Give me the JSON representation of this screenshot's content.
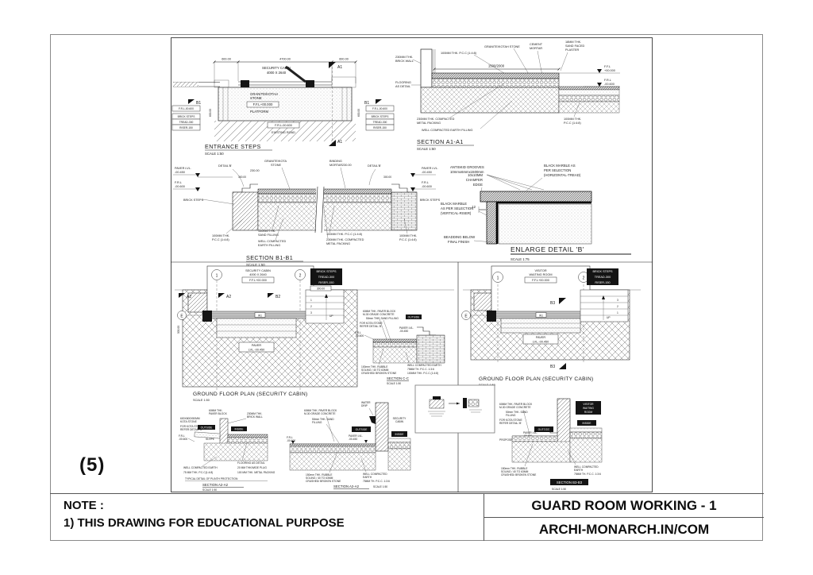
{
  "sheet": {
    "page_number": "(5)"
  },
  "note": {
    "heading": "NOTE :",
    "line1": "1) THIS DRAWING FOR EDUCATIONAL PURPOSE"
  },
  "titleblock": {
    "title": "GUARD ROOM WORKING - 1",
    "website": "ARCHI-MONARCH.IN/COM"
  },
  "es": {
    "dim_left": "600.00",
    "dim_mid": "4700.00",
    "dim_right": "600.00",
    "cabin1": "SECURITY CABIN",
    "cabin2": "4000 X 2640",
    "stone1": "GRANITE/KOTAH",
    "stone2": "STONE",
    "ffl": "F.F.L+00.000",
    "platform": "PLATFORM",
    "frl": "F.R.L-00.600",
    "road": "EXISTING ROAD",
    "b1": "B1",
    "a1": "A1",
    "lvl_box": "F.R.L-00.600",
    "steps1": "BRICK STEPS",
    "steps2": "TREAD-300",
    "steps3": "RISER-150",
    "hdim": "600.00",
    "title": "ENTRANCE STEPS",
    "scale": "SCALE 1:50"
  },
  "a1": {
    "stone": "GRANITE/KOTAH STONE",
    "pcc_top": "100MM THK. P.C.C (1:4:8)",
    "mortar1": "CEMENT",
    "mortar2": "MORTAR",
    "plaster1": "18MM THK.",
    "plaster2": "SAND FACED",
    "plaster3": "PLASTER",
    "wall1": "230MM THK.",
    "wall2": "BRICK WALL",
    "dim": "1500/2000",
    "ffl1": "F.F.L",
    "ffl2": "+00.000",
    "frl1": "F.R.L",
    "frl2": "-00.600",
    "floor1": "FLOORING",
    "floor2": "AS DETAIL",
    "metal1": "230MM THK. COMPACTED",
    "metal2": "METAL PACKING",
    "earth": "WELL COMPACTED EARTH FILLING",
    "pcc1": "100MM THK.",
    "pcc2": "P.C.C (1:4:8)",
    "title": "SECTION A1-A1",
    "scale": "SCALE 1:50"
  },
  "b1": {
    "paver1": "PAVER LVL.",
    "paver2": "-00.450",
    "frl1": "F.R.L",
    "frl2": "-00.600",
    "detail": "DETAIL'B'",
    "stone1": "GRANITE/KOTA",
    "stone2": "STONE",
    "dim230": "230.00",
    "dim300": "300.00",
    "binding1": "BINDING",
    "binding2": "MORTAR",
    "bricksteps": "BRICK STEPS",
    "pcc1": "100MM THK.",
    "pcc2": "P.C.C (1:4:8)",
    "sand1": "150MM THK.",
    "sand2": "SAND FILLING",
    "earth1": "WELL COMPACTED",
    "earth2": "EARTH FILLING",
    "pcc_mid": "100MM THK. P.C.C (1:4:8)",
    "metal1": "230MM THK. COMPACTED",
    "metal2": "METAL PACKING",
    "title": "SECTION B1-B1",
    "scale": "SCALE 1:50"
  },
  "db": {
    "groove1": "ANTISKID GROOVES",
    "groove2": "10mmx6mmx1500mm",
    "marble_h1": "BLACK MARBLE AS",
    "marble_h2": "PER SELECTION",
    "marble_h3": "(HORIZONTAL-TREAD)",
    "chamfer1": "10x10MM",
    "chamfer2": "CHAMFER",
    "chamfer3": "EDGE",
    "dim12": "12",
    "marble_v1": "BLACK MARBLE",
    "marble_v2": "AS PER SELECTION",
    "marble_v3": "(VERTICAL-RISER)",
    "bead1": "BEADDING BELOW",
    "bead2": "FINAL FINISH",
    "title": "ENLARGE DETAIL 'B'",
    "scale": "SCALE  1:75"
  },
  "planL": {
    "g1": "1",
    "g2": "2",
    "ge": "E",
    "cabin1": "SECURITY CABIN",
    "cabin2": "4000 X 2640",
    "ffl": "F.F.L+00.000",
    "a2": "A2",
    "b2": "B2",
    "w1": "W1",
    "paver1": "PAVER",
    "paver2": "LVL.-00.450",
    "bs1": "BRICK STEPS",
    "bs2": "TREAD-300",
    "bs3": "RISER-150",
    "dim300": "300.00",
    "dim500": "500.00",
    "n1": "1",
    "n2": "2",
    "n3": "3",
    "up": "UP",
    "title": "GROUND FLOOR PLAN (SECURITY CABIN)",
    "scale": "SCALE 1:50"
  },
  "cc": {
    "paver1": "60MM THK. PAVER BLOCK",
    "paver2": "M-30 GRADE CONCRETE",
    "sand": "50mm THK. SAND FILLING",
    "kota1": "FOR KOTA STONE",
    "kota2": "REFER DETAIL-'B'",
    "outside": "OUTSIDE",
    "pl1": "PAVER LVL.",
    "pl2": "-00.450",
    "frl1": "F.R.L",
    "frl2": "-00.600",
    "rubble1": "100mm THK. RUBBLE",
    "rubble2": "SOLING / 40 TO 63MM",
    "rubble3": "CRUSHED/ BROKEN STONE",
    "earth": "WELL COMPACTED EARTH",
    "pcc136": "75MM TH. P.C.C. 1:3:6",
    "pcc148": "100MM THK. P.C.C (1:4:8)",
    "title": "SECTION C-C",
    "scale": "SCALE 1:50"
  },
  "planR": {
    "g1": "1",
    "g2": "2",
    "ge": "E",
    "room1": "VISITOR",
    "room2": "WAITING ROOM",
    "ffl": "F.F.L+00.000",
    "b3": "B3",
    "w1": "W1",
    "paver1": "PAVER",
    "paver2": "LVL.-00.450",
    "bs1": "BRICK STEPS",
    "bs2": "TREAD-300",
    "bs3": "RISER-150",
    "n1": "1",
    "n2": "2",
    "n3": "3",
    "up": "UP",
    "title": "GROUND FLOOR PLAN (SECURITY CABIN)",
    "scale": "SCALE 1:50"
  },
  "pp": {
    "paver1": "60MM THK.",
    "paver2": "PAVER BLOCK",
    "kota1": "600X600X50MM",
    "kota2": "KOTA STONE",
    "ref1": "FOR KOTA STONE",
    "ref2": "REFER DETAIL-'B'",
    "outside": "OUTSIDE",
    "inside": "INSIDE",
    "slope": "SLOPE",
    "frl1": "F.R.L",
    "frl2": "-00.600",
    "wall1": "230MM THK.",
    "wall2": "BRICK WALL",
    "earth": "WELL COMPACTED EARTH",
    "pcc": "75 MM THK. P.C.C(1:4:8)",
    "floor": "FLOORING AS DETAIL",
    "plug": "20 MM THK/WIDE PLUG",
    "metal": "100 MM THK. METAL PACKING",
    "title1": "TYPICAL DETAIL OF PLINTH PROTECTION",
    "title2": "SECTION A2-A2",
    "scale": "SCALE 1:50"
  },
  "a2": {
    "drip1": "WATER",
    "drip2": "DRIP",
    "paver1": "60MM THK. PAVER BLOCK",
    "paver2": "M-30 GRADE CONCRETE",
    "sand1": "50mm THK. SAND",
    "sand2": "FILLING",
    "outside": "OUTSIDE",
    "inside": "INSIDE",
    "cabin1": "SECURITY",
    "cabin2": "CABIN",
    "pl1": "PAVER LVL.",
    "pl2": "-00.450",
    "frl1": "F.R.L",
    "frl2": "-00.600",
    "rubble1": "150mm THK. RUBBLE",
    "rubble2": "SOLING / 40 TO 63MM",
    "rubble3": "CRUSHED/ BROKEN STONE",
    "earth1": "WELL COMPACTED",
    "earth2": "EARTH",
    "pcc": "75MM TH. P.C.C. 1:3:6",
    "title": "SECTION A2-A2",
    "scale": "SCALE 1:50"
  },
  "b3": {
    "paver1": "60MM THK. PAVER BLOCK",
    "paver2": "M-30 GRADE CONCRETE",
    "sand1": "50mm THK. SAND",
    "sand2": "FILLING",
    "room1": "VISITOR",
    "room2": "WAITING",
    "room3": "ROOM",
    "outside": "OUTSIDE",
    "inside": "INSIDE",
    "ref1": "FOR KOTA STONE",
    "ref2": "REFER DETAIL-'B'",
    "road": "PROPOSED ROAD",
    "pl1": "PAVER LVL.",
    "pl2": "-00.450",
    "rubble1": "150mm THK. RUBBLE",
    "rubble2": "SOLING / 40 TO 63MM",
    "rubble3": "CRUSHED/ BROKEN STONE",
    "earth1": "WELL COMPACTED",
    "earth2": "EARTH",
    "pcc": "75MM TH. P.C.C. 1:3:6",
    "title": "SECTION B3-B3",
    "scale": "SCALE 1:50"
  }
}
